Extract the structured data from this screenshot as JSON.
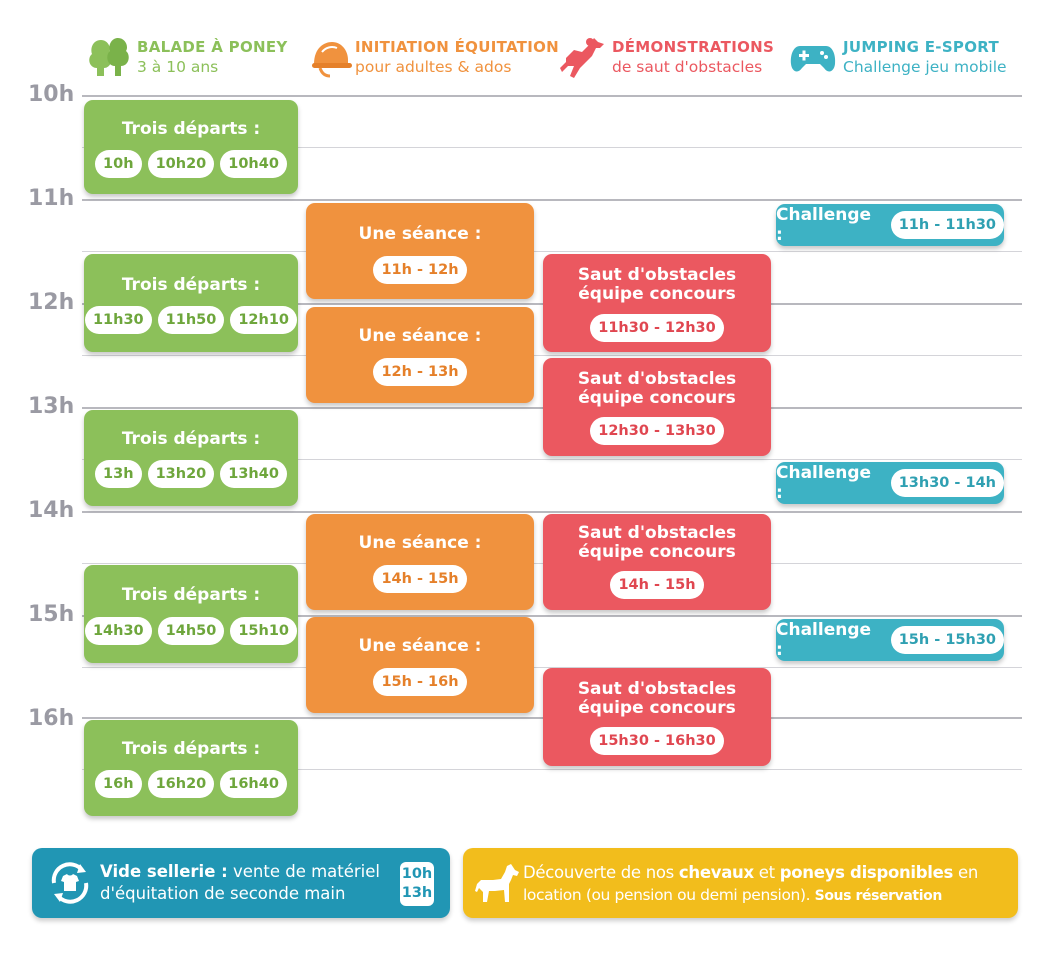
{
  "legend": [
    {
      "title": "BALADE À PONEY",
      "subtitle": "3 à 10 ans",
      "color": "#8cc05a",
      "icon": "trees-icon"
    },
    {
      "title": "INITIATION ÉQUITATION",
      "subtitle": "pour adultes & ados",
      "color": "#f0923e",
      "icon": "riding-helmet-icon"
    },
    {
      "title": "DÉMONSTRATIONS",
      "subtitle": "de saut d'obstacles",
      "color": "#eb5860",
      "icon": "show-jumping-horse-icon"
    },
    {
      "title": "JUMPING E-SPORT",
      "subtitle": "Challenge jeu mobile",
      "color": "#3db2c4",
      "icon": "gamepad-icon"
    }
  ],
  "hours": [
    "10h",
    "11h",
    "12h",
    "13h",
    "14h",
    "15h",
    "16h"
  ],
  "balade": {
    "title": "Trois départs :",
    "groups": [
      [
        "10h",
        "10h20",
        "10h40"
      ],
      [
        "11h30",
        "11h50",
        "12h10"
      ],
      [
        "13h",
        "13h20",
        "13h40"
      ],
      [
        "14h30",
        "14h50",
        "15h10"
      ],
      [
        "16h",
        "16h20",
        "16h40"
      ]
    ]
  },
  "initiation": {
    "title": "Une séance :",
    "slots": [
      "11h - 12h",
      "12h - 13h",
      "14h - 15h",
      "15h - 16h"
    ]
  },
  "demonstrations": {
    "title_line1": "Saut d'obstacles",
    "title_line2": "équipe concours",
    "slots": [
      "11h30 - 12h30",
      "12h30 - 13h30",
      "14h - 15h",
      "15h30 - 16h30"
    ]
  },
  "esport": {
    "label": "Challenge :",
    "slots": [
      "11h - 11h30",
      "13h30 - 14h",
      "15h - 15h30"
    ]
  },
  "footer": {
    "vide_sellerie": {
      "bold": "Vide sellerie :",
      "text1": " vente de matériel",
      "text2": "d'équitation de seconde main",
      "time1": "10h",
      "time2": "13h",
      "icon": "recycle-tshirt-icon",
      "color": "#2196b4"
    },
    "decouverte": {
      "t1": "Découverte de nos ",
      "b1": "chevaux",
      "t2": " et ",
      "b2": "poneys disponibles",
      "t3": " en",
      "t4": "location (ou pension ou demi pension). ",
      "b3": "Sous réservation",
      "icon": "pony-icon",
      "color": "#f2bd1c"
    }
  }
}
